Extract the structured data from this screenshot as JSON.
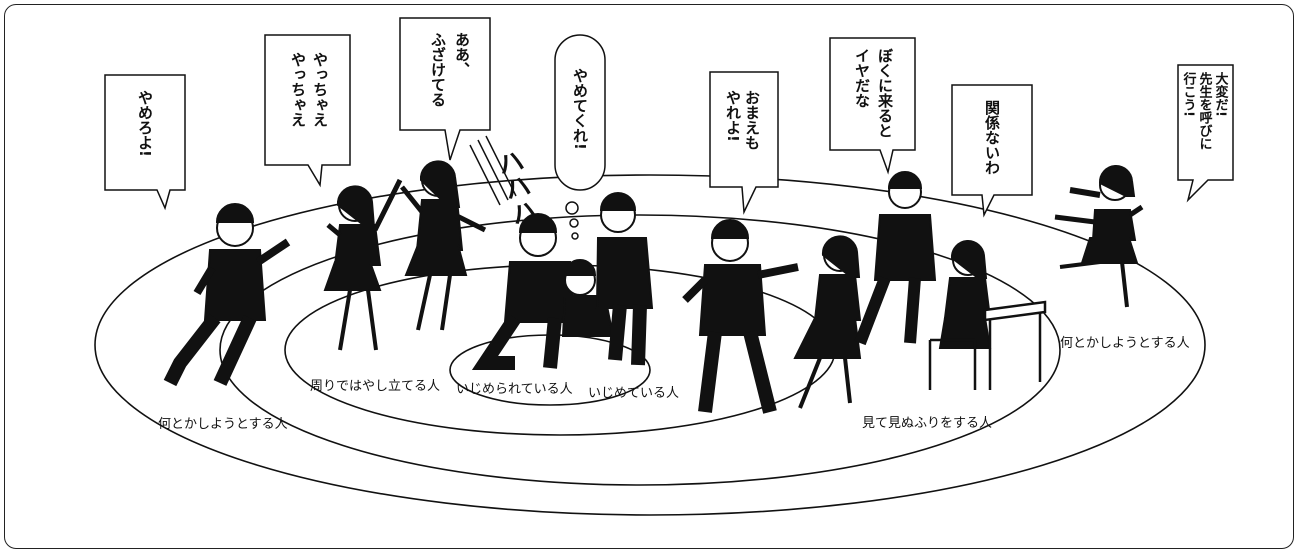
{
  "speech": {
    "yamero": "やめろよ!",
    "yacchae_1": "やっちゃえ",
    "yacchae_2": "やっちゃえ",
    "aa_fuzakete_1": "ああ、",
    "aa_fuzakete_2": "ふざけてる",
    "yametekure": "やめてくれ!",
    "omaemo_1": "おまえも",
    "omaemo_2": "やれよ!",
    "bokuni_1": "ぼくに来ると",
    "bokuni_2": "イヤだな",
    "kankei": "関係ないわ",
    "taihen_1": "大変だ!",
    "taihen_2": "先生を呼びに",
    "taihen_3": "行こう!",
    "laugh": "ハハハ"
  },
  "labels": {
    "outer_left": "何とかしようとする人",
    "bystander_cheer": "周りではやし立てる人",
    "victim": "いじめられている人",
    "bully": "いじめている人",
    "bystander_ignore": "見て見ぬふりをする人",
    "outer_right": "何とかしようとする人"
  },
  "colors": {
    "ink": "#111111",
    "paper": "#ffffff"
  }
}
